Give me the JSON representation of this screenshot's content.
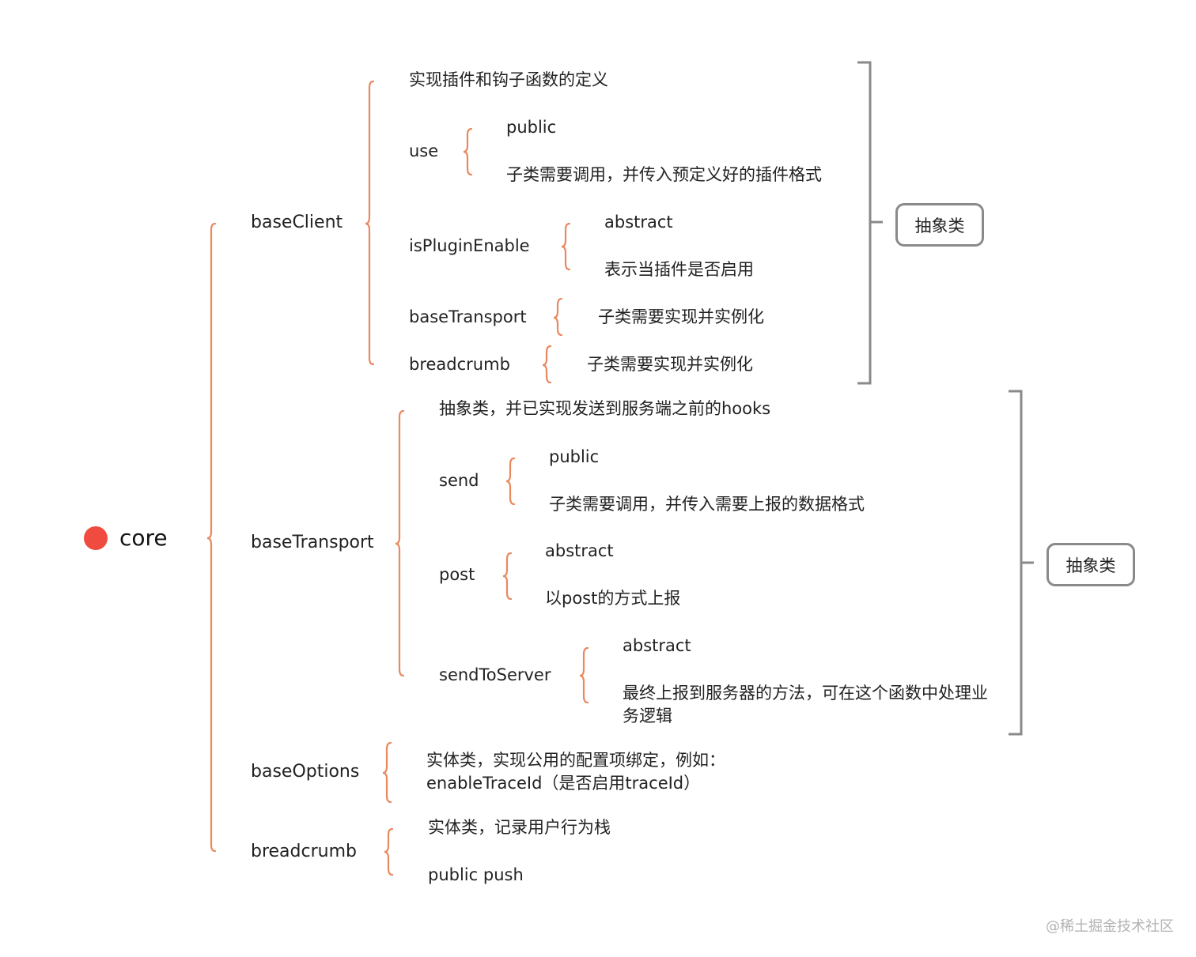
{
  "root": {
    "label": "core"
  },
  "colors": {
    "curly_brace": "#e9895f",
    "square_bracket": "#8a8a8a",
    "root_dot": "#ef4b3f"
  },
  "nodes": {
    "baseClient": {
      "label": "baseClient",
      "definition": "实现插件和钩子函数的定义",
      "use": {
        "label": "use",
        "modifier": "public",
        "description": "子类需要调用，并传入预定义好的插件格式"
      },
      "isPluginEnable": {
        "label": "isPluginEnable",
        "modifier": "abstract",
        "description": "表示当插件是否启用"
      },
      "baseTransport": {
        "label": "baseTransport",
        "description": "子类需要实现并实例化"
      },
      "breadcrumb": {
        "label": "breadcrumb",
        "description": "子类需要实现并实例化"
      },
      "tag": "抽象类"
    },
    "baseTransport": {
      "label": "baseTransport",
      "definition": "抽象类，并已实现发送到服务端之前的hooks",
      "send": {
        "label": "send",
        "modifier": "public",
        "description": "子类需要调用，并传入需要上报的数据格式"
      },
      "post": {
        "label": "post",
        "modifier": "abstract",
        "description": "以post的方式上报"
      },
      "sendToServer": {
        "label": "sendToServer",
        "modifier": "abstract",
        "description": "最终上报到服务器的方法，可在这个函数中处理业务逻辑"
      },
      "tag": "抽象类"
    },
    "baseOptions": {
      "label": "baseOptions",
      "description": "实体类，实现公用的配置项绑定，例如：enableTraceId（是否启用traceId）"
    },
    "breadcrumb": {
      "label": "breadcrumb",
      "description": "实体类，记录用户行为栈",
      "method": "public push"
    }
  },
  "watermark": "@稀土掘金技术社区"
}
